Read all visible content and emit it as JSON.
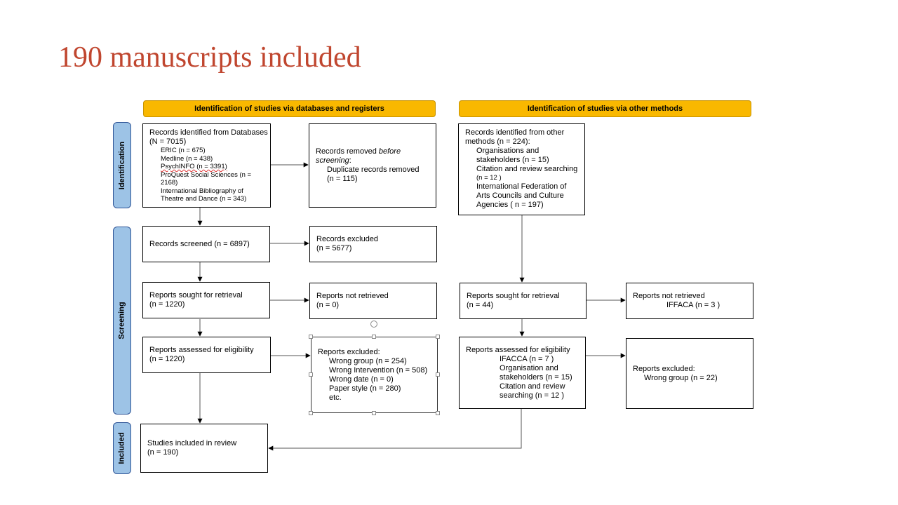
{
  "slide": {
    "title": "190 manuscripts included"
  },
  "headers": {
    "databases": "Identification of studies via databases and registers",
    "other": "Identification of studies via other methods"
  },
  "phases": {
    "identification": "Identification",
    "screening": "Screening",
    "included": "Included"
  },
  "left": {
    "identified": {
      "line1": "Records identified from Databases",
      "line2": "(N = 7015)",
      "items": [
        "ERIC (n = 675)",
        "Medline (n = 438)",
        "PsychINFO (n = 3391)",
        "ProQuest Social Sciences (n =",
        "2168)",
        "International Bibliography of",
        "Theatre and Dance (n = 343)"
      ]
    },
    "removed": {
      "line1a": "Records removed ",
      "line1b": "before",
      "line2": "screening",
      "line2b": ":",
      "line3": "Duplicate records removed",
      "line4": "(n = 115)"
    },
    "screened": "Records screened (n = 6897)",
    "excluded": {
      "line1": "Records excluded",
      "line2": "(n = 5677)"
    },
    "sought": {
      "line1": "Reports sought for retrieval",
      "line2": "(n = 1220)"
    },
    "not_retrieved": {
      "line1": "Reports not retrieved",
      "line2": "(n = 0)"
    },
    "assessed": {
      "line1": "Reports assessed for eligibility",
      "line2": "(n = 1220)"
    },
    "reports_excluded": {
      "heading": "Reports excluded:",
      "items": [
        "Wrong group  (n = 254)",
        "Wrong Intervention (n = 508)",
        "Wrong date (n = 0)",
        "Paper style (n = 280)",
        "etc."
      ]
    },
    "included": {
      "line1": "Studies included in review",
      "line2": "(n = 190)"
    }
  },
  "right": {
    "identified": {
      "line1": "Records identified from other",
      "line2": "methods (n = 224):",
      "items": [
        "Organisations and",
        "stakeholders (n = 15)",
        "Citation and review searching",
        "(n = 12 )",
        "International Federation of",
        "Arts Councils and Culture",
        "Agencies ( n = 197)"
      ]
    },
    "sought": {
      "line1": "Reports sought for retrieval",
      "line2": "(n = 44)"
    },
    "not_retrieved": {
      "line1": "Reports not retrieved",
      "line2": "IFFACA (n = 3 )"
    },
    "assessed": {
      "line1": "Reports assessed for eligibility",
      "items": [
        "IFACCA (n = 7 )",
        "Organisation and",
        "stakeholders (n = 15)",
        "Citation and review",
        "searching (n = 12 )"
      ]
    },
    "excluded": {
      "line1": "Reports excluded:",
      "line2": "Wrong group (n =  22)"
    }
  }
}
